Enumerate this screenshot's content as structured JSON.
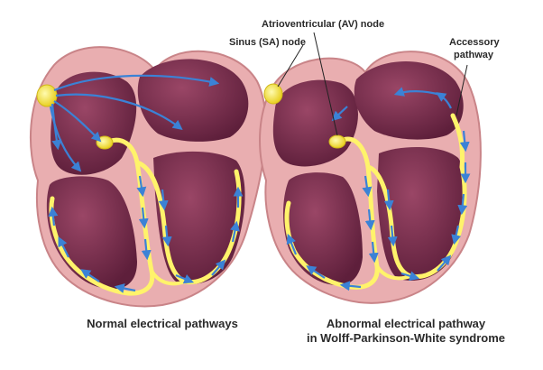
{
  "labels": {
    "av_node": "Atrioventricular (AV) node",
    "sa_node": "Sinus (SA) node",
    "accessory_line1": "Accessory",
    "accessory_line2": "pathway"
  },
  "captions": {
    "left": "Normal electrical pathways",
    "right_line1": "Abnormal electrical pathway",
    "right_line2": "in Wolff-Parkinson-White syndrome"
  },
  "colors": {
    "wall_outer": "#e9aeb0",
    "wall_stroke": "#c98488",
    "chamber": "#7d3050",
    "chamber_dark": "#5e1f3b",
    "node": "#f2e63a",
    "pathway": "#fff36b",
    "arrow": "#3b82d6"
  }
}
